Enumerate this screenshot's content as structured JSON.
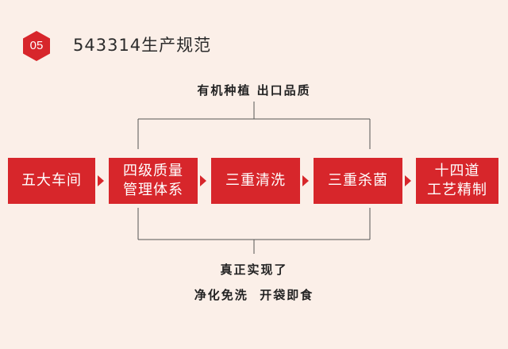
{
  "header": {
    "badge_number": "05",
    "title": "543314生产规范"
  },
  "top_caption": "有机种植 出口品质",
  "steps": [
    {
      "lines": [
        "五大车间"
      ]
    },
    {
      "lines": [
        "四级质量",
        "管理体系"
      ]
    },
    {
      "lines": [
        "三重清洗"
      ]
    },
    {
      "lines": [
        "三重杀菌"
      ]
    },
    {
      "lines": [
        "十四道",
        "工艺精制"
      ]
    }
  ],
  "bottom_caption": {
    "line1": "真正实现了",
    "line2": "净化免洗  开袋即食"
  },
  "colors": {
    "accent": "#d7262b",
    "background": "#fbefe8",
    "connector": "#555555"
  }
}
